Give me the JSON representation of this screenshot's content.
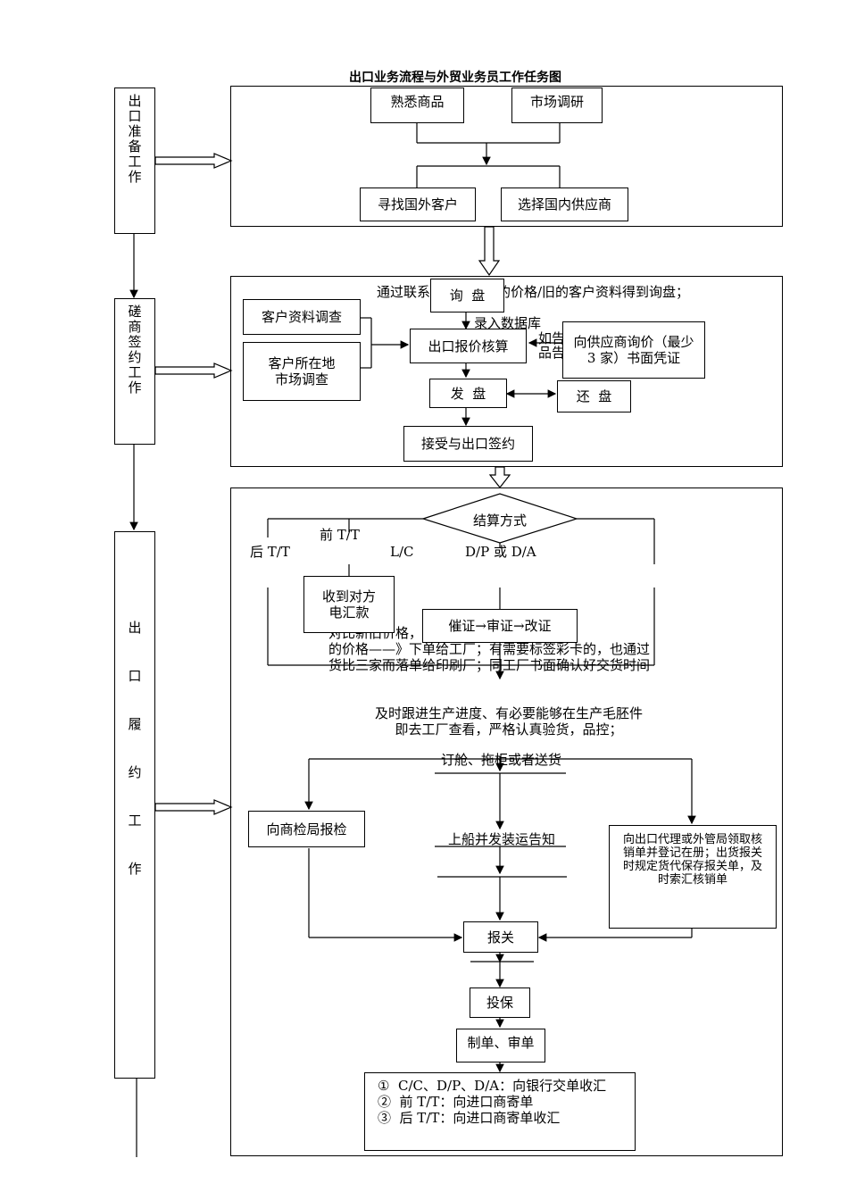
{
  "title": "出口业务流程与外贸业务员工作任务图",
  "stages": {
    "prep": [
      "出",
      "口",
      "准",
      "备",
      "工",
      "作"
    ],
    "negotiate": [
      "磋",
      "商",
      "签",
      "约",
      "工",
      "作"
    ],
    "perform": [
      "出",
      "口",
      "履",
      "约",
      "工",
      "作"
    ]
  },
  "prep": {
    "familiar": "熟悉商品",
    "market": "市场调研",
    "find_customer": "寻找国外客户",
    "choose_supplier": "选择国内供应商"
  },
  "negotiate": {
    "source_text": "通过联系新客户或旧的价格/旧的客户资料得到询盘；",
    "inquiry": "询  盘",
    "record": "录入数据库",
    "customer_info": "客户资料调查",
    "customer_market": "客户所在地市场调查",
    "quote": "出口报价核算",
    "side_note": "如告",
    "side_note2": "品告",
    "supplier_inquiry": "向供应商询价（最少 3 家）书面凭证",
    "offer": "发  盘",
    "counter_offer": "还  盘",
    "accept": "接受与出口签约"
  },
  "perform": {
    "payment": "结算方式",
    "tt_before": "前 T/T",
    "tt_after": "后 T/T",
    "lc": "L/C",
    "dp_da": "D/P 或 D/A",
    "received": "收到对方电汇款",
    "lc_steps": "催证→审证→改证",
    "order_text_1": "对比新旧价格，从而获得最有竞争力",
    "order_text_2": "的价格——》下单给工厂；有需要标签彩卡的，也通过",
    "order_text_3": "货比三家而落单给印刷厂；同工厂书面确认好交货时间",
    "follow_text_1": "及时跟进生产进度、有必要能够在生产毛胚件",
    "follow_text_2": "即去工厂查看，严格认真验货，品控；",
    "booking": "订舱、拖柜或者送货",
    "inspection": "向商检局报检",
    "shipping_notice": "上船并发装运告知",
    "agent": "向出口代理或外管局领取核销单并登记在册；出货报关时规定货代保存报关单，及时索汇核销单",
    "customs": "报关",
    "insurance": "投保",
    "documents": "制单、审单",
    "collect": [
      "①  C/C、D/P、D/A：向银行交单收汇",
      "②  前 T/T：向进口商寄单",
      "③  后 T/T：向进口商寄单收汇"
    ]
  }
}
